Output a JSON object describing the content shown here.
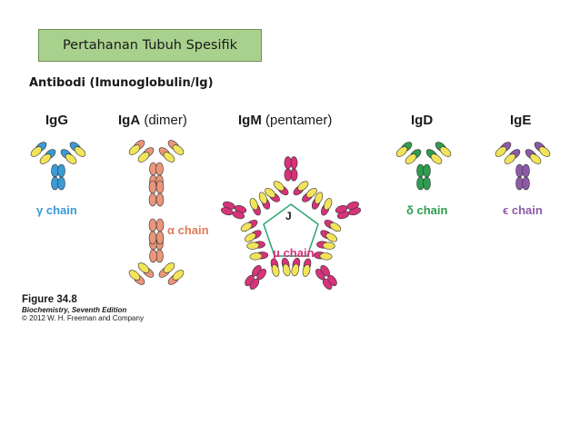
{
  "slide": {
    "title": "Pertahanan Tubuh Spesifik",
    "subtitle": "Antibodi (Imunoglobulin/Ig)"
  },
  "figure": {
    "antibodies": [
      {
        "name": "IgG",
        "qualifier": "",
        "chain_label": "γ chain",
        "color": "#3a9bd5"
      },
      {
        "name": "IgA",
        "qualifier": "(dimer)",
        "chain_label": "α chain",
        "color": "#e9967a"
      },
      {
        "name": "IgM",
        "qualifier": "(pentamer)",
        "chain_label": "μ chain",
        "color": "#d6337a"
      },
      {
        "name": "IgD",
        "qualifier": "",
        "chain_label": "δ chain",
        "color": "#2e9d4f"
      },
      {
        "name": "IgE",
        "qualifier": "",
        "chain_label": "ϵ chain",
        "color": "#8e5aa8"
      }
    ],
    "light_chain_color": "#f2e45a",
    "jchain_label": "J"
  },
  "caption": {
    "figure_number": "Figure 34.8",
    "book": "Biochemistry, Seventh Edition",
    "copyright": "© 2012 W. H. Freeman and Company"
  }
}
